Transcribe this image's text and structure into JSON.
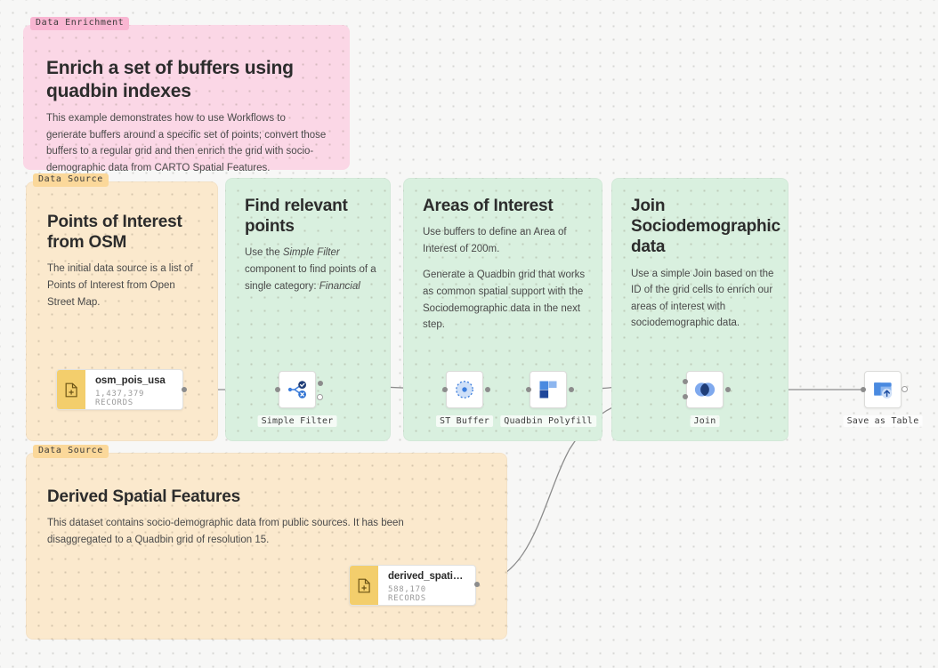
{
  "canvas": {
    "background_color": "#f7f7f6",
    "dot_color": "#d7d7d4"
  },
  "groups": [
    {
      "id": "data-enrichment",
      "badge": "Data Enrichment",
      "title": "Enrich a set of buffers using quadbin indexes",
      "body": [
        "This example demonstrates how to use Workflows to generate buffers around a specific set of points; convert those buffers to a regular grid and then enrich the grid with socio-demographic data from CARTO Spatial Features."
      ],
      "color": "#fbd7e6",
      "badge_color": "#f9b6d2"
    },
    {
      "id": "points-of-interest",
      "badge": "Data Source",
      "title": "Points of Interest from OSM",
      "body": [
        "The initial data source is a list of Points of Interest from Open Street Map."
      ],
      "color": "#fbe9cd",
      "badge_color": "#fbd89a"
    },
    {
      "id": "find-relevant-points",
      "badge": "",
      "title": "Find relevant points",
      "body_html": "Use the <i>Simple Filter</i> component to find points of a single category: <i>Financial</i>",
      "color": "#d9f0df"
    },
    {
      "id": "areas-of-interest",
      "badge": "",
      "title": "Areas of Interest",
      "body": [
        "Use buffers to define an Area of Interest of 200m.",
        "Generate a Quadbin grid that works as common spatial support with the Sociodemographic data in the next step."
      ],
      "color": "#d9f0df"
    },
    {
      "id": "join-sociodemographic",
      "badge": "",
      "title": "Join Sociodemographic data",
      "body": [
        "Use a simple Join based on the ID of the grid cells to enrich our areas of interest with sociodemographic data."
      ],
      "color": "#d9f0df"
    },
    {
      "id": "derived-spatial-features",
      "badge": "Data Source",
      "title": "Derived Spatial Features",
      "body": [
        "This dataset contains socio-demographic data from public sources. It has been disaggregated to a Quadbin grid of resolution 15."
      ],
      "color": "#fbe9cd",
      "badge_color": "#fbd89a"
    }
  ],
  "table_nodes": [
    {
      "id": "osm-pois-usa",
      "name": "osm_pois_usa",
      "records": "1,437,379 RECORDS",
      "icon": "file-plus-icon"
    },
    {
      "id": "derived-spatialfeatures",
      "name": "derived_spatialfe…",
      "records": "588,170 RECORDS",
      "icon": "file-plus-icon"
    }
  ],
  "component_nodes": [
    {
      "id": "simple-filter",
      "label": "Simple Filter",
      "icon": "branch-filter-icon"
    },
    {
      "id": "st-buffer",
      "label": "ST Buffer",
      "icon": "buffer-circle-icon"
    },
    {
      "id": "quadbin-polyfill",
      "label": "Quadbin Polyfill",
      "icon": "quadbin-tiles-icon"
    },
    {
      "id": "join",
      "label": "Join",
      "icon": "venn-join-icon"
    },
    {
      "id": "save-as-table",
      "label": "Save as Table",
      "icon": "save-table-icon"
    }
  ],
  "palette": {
    "edge": "#8c8c8c",
    "node_accent_yellow": "#f3ce6c",
    "icon_blue": "#3b7ddd",
    "icon_blue_dark": "#1f4ea1",
    "icon_blue_light": "#7fa9ee"
  }
}
